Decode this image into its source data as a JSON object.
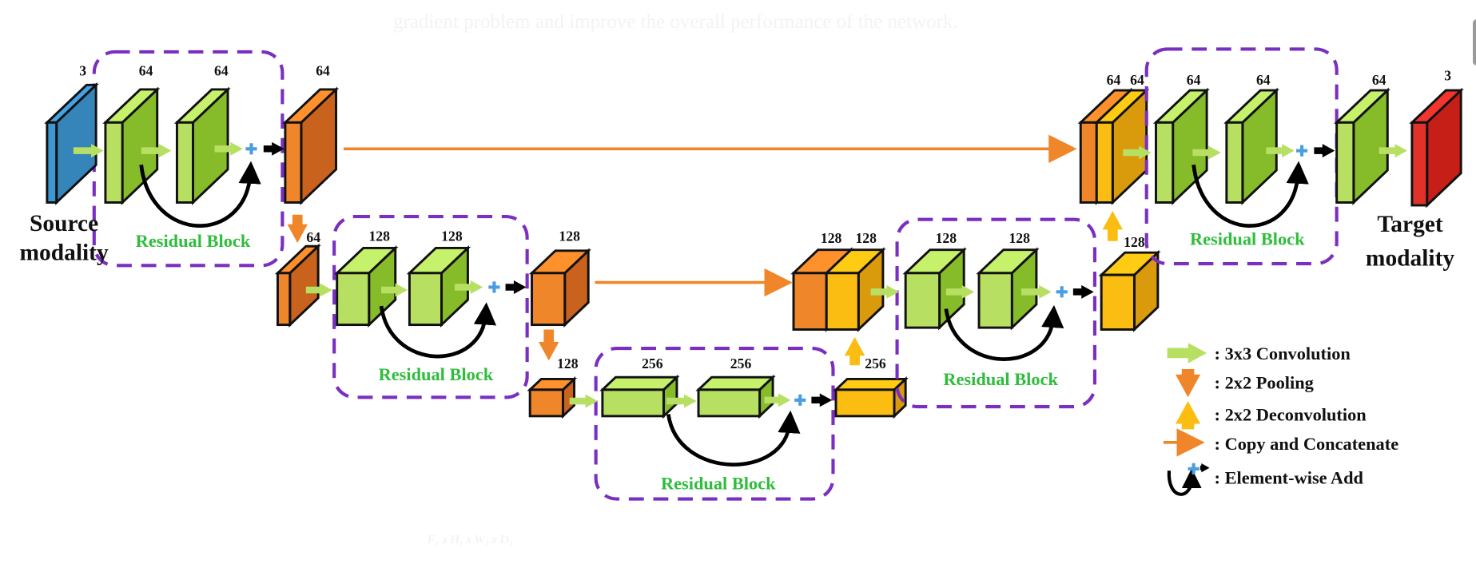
{
  "background_text": {
    "top": "gradient problem and improve the overall performance of the network.",
    "bottom": "F₁ x H₁ x W₁ x D₁"
  },
  "labels": {
    "source": [
      "Source",
      "modality"
    ],
    "target": [
      "Target",
      "modality"
    ],
    "residual_block": "Residual Block"
  },
  "channels": {
    "source": "3",
    "enc1_conv1": "64",
    "enc1_conv2": "64",
    "enc1_out": "64",
    "pool1": "64",
    "enc2_conv1": "128",
    "enc2_conv2": "128",
    "enc2_out": "128",
    "pool2": "128",
    "bott_conv1": "256",
    "bott_conv2": "256",
    "bott_out": "256",
    "dec2_concat_a": "128",
    "dec2_concat_b": "128",
    "dec2_conv1": "128",
    "dec2_conv2": "128",
    "dec2_out": "128",
    "dec1_concat_a": "64",
    "dec1_concat_b": "64",
    "dec1_conv1": "64",
    "dec1_conv2": "64",
    "final_conv": "64",
    "target": "3"
  },
  "legend": [
    {
      "icon": "green-arrow-right",
      "label": ": 3x3 Convolution"
    },
    {
      "icon": "orange-arrow-down",
      "label": ": 2x2 Pooling"
    },
    {
      "icon": "yellow-arrow-up",
      "label": ": 2x2 Deconvolution"
    },
    {
      "icon": "orange-thin-arrow",
      "label": ": Copy and Concatenate"
    },
    {
      "icon": "element-wise-add",
      "label": ": Element-wise Add"
    }
  ],
  "colors": {
    "source": "#3c97d3",
    "conv_front": "#b7e063",
    "conv_side": "#86bb2a",
    "enc_front": "#f0862a",
    "enc_side": "#c8621c",
    "dec_front": "#fbbd12",
    "dec_side": "#d99a0c",
    "target_front": "#e0322a",
    "target_side": "#c61f17",
    "residual_border": "#7a2fc0",
    "residual_text": "#2fbd3c",
    "plus": "#4a9ee0"
  }
}
